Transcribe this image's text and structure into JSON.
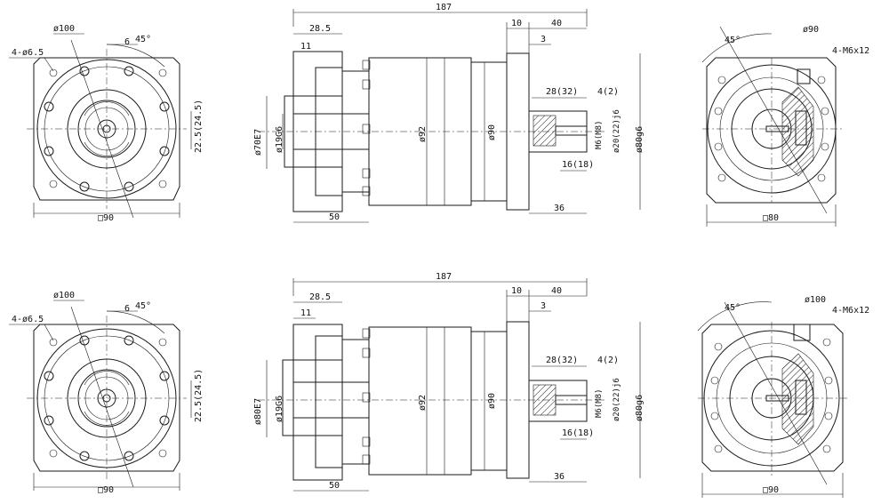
{
  "dims": {
    "total_length": "187",
    "len_28_5": "28.5",
    "len_11": "11",
    "len_10": "10",
    "len_40": "40",
    "len_3": "3",
    "len_50": "50",
    "len_36": "36",
    "key_len": "28(32)",
    "key_4": "4(2)",
    "key_16": "16(18)",
    "d100": "ø100",
    "hole_4": "4-ø6.5",
    "deg45": "45°",
    "six": "6",
    "d22": "22.5(24.5)",
    "sq90": "□90",
    "d92": "ø92",
    "d90": "ø90",
    "d20": "ø20(22)j6",
    "d80g6": "ø80g6",
    "m6": "M6(M8)",
    "top": {
      "bore_outer": "ø70E7",
      "bore_inner": "ø19G6",
      "right_d": "ø90",
      "right_holes": "4-M6x12",
      "right_sq": "□80"
    },
    "bottom": {
      "bore_outer": "ø80E7",
      "bore_inner": "ø19G6",
      "right_d": "ø100",
      "right_holes": "4-M6x12",
      "right_sq": "□90"
    }
  }
}
